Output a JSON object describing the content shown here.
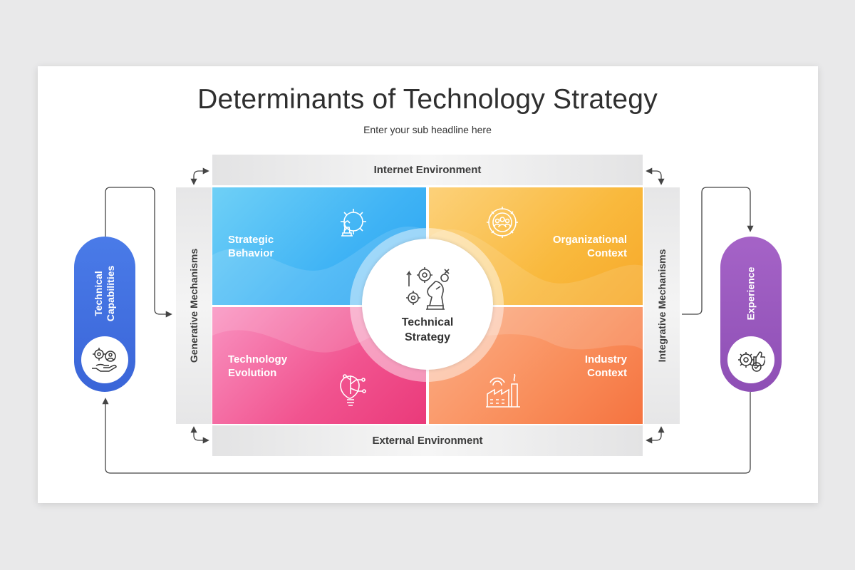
{
  "title": "Determinants of Technology Strategy",
  "subtitle": "Enter your sub headline here",
  "bands": {
    "top": "Internet Environment",
    "bottom": "External Environment",
    "left": "Generative Mechanisms",
    "right": "Integrative Mechanisms"
  },
  "quadrants": {
    "top_left": {
      "line1": "Strategic",
      "line2": "Behavior",
      "icon": "gear-chess-icon"
    },
    "top_right": {
      "line1": "Organizational",
      "line2": "Context",
      "icon": "team-gear-icon"
    },
    "bottom_left": {
      "line1": "Technology",
      "line2": "Evolution",
      "icon": "lightbulb-circuit-icon"
    },
    "bottom_right": {
      "line1": "Industry",
      "line2": "Context",
      "icon": "factory-icon"
    }
  },
  "center": {
    "line1": "Technical",
    "line2": "Strategy",
    "icon": "chess-knight-gears-icon"
  },
  "side_left": {
    "line1": "Technical",
    "line2": "Capabilities",
    "icon": "gear-hand-icon",
    "color": "#3f6fe0"
  },
  "side_right": {
    "line1": "Experience",
    "icon": "gear-thumbs-up-icon",
    "color": "#9b59c0"
  },
  "colors": {
    "blue": "#3fb3f5",
    "yellow": "#f9b93d",
    "pink": "#f1538f",
    "orange": "#f98d5a"
  }
}
